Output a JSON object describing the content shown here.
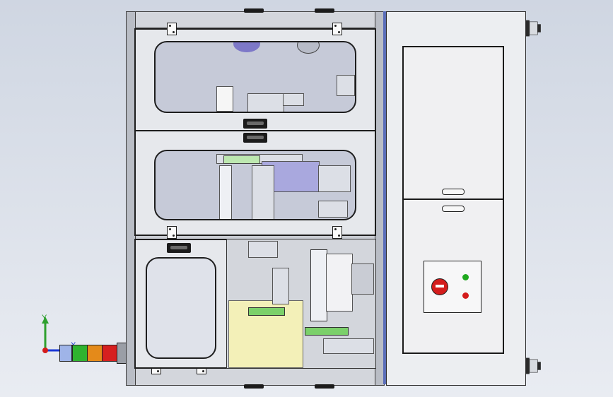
{
  "view": {
    "background_top": "#cfd6e2",
    "background_bottom": "#e9ecf2"
  },
  "axis_triad": {
    "y_label": "Y",
    "x_label": "X",
    "y_color": "#2ea02e",
    "x_color": "#1b38d6",
    "z_color": "#d41c1c"
  },
  "signal_tower": {
    "segments": [
      "blue",
      "green",
      "orange",
      "red"
    ],
    "colors": [
      "#3a6fd8",
      "#2fb32f",
      "#e48a1a",
      "#d61f1f"
    ]
  },
  "control_panel": {
    "switch_color": "#d41c1c",
    "indicators": [
      {
        "name": "green-indicator",
        "color": "#1fa81f"
      },
      {
        "name": "red-indicator",
        "color": "#d41c1c"
      }
    ]
  },
  "accents": {
    "cabinet_divider": "#5a6db8",
    "yellow_plate": "#f3f0b8",
    "window_tint": "#c6cad8",
    "machine_blue": "#7d78c8"
  }
}
